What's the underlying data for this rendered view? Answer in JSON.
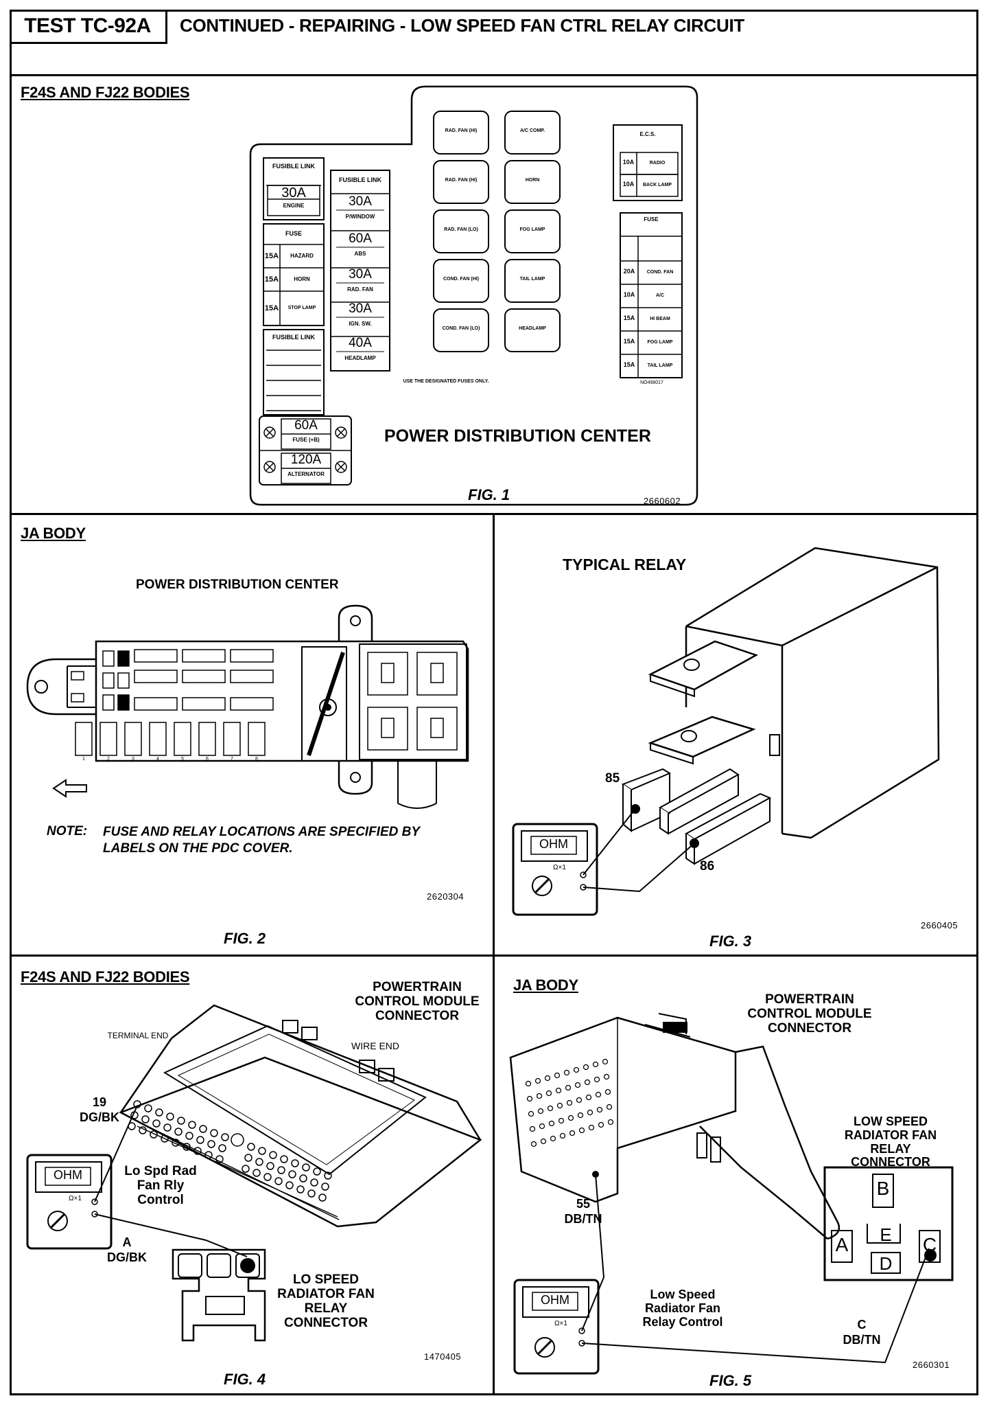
{
  "header": {
    "test_id": "TEST TC-92A",
    "title": "CONTINUED -  REPAIRING - LOW SPEED FAN CTRL RELAY CIRCUIT"
  },
  "fig1": {
    "section": "F24S AND FJ22 BODIES",
    "title": "POWER DISTRIBUTION CENTER",
    "caption": "FIG. 1",
    "code": "2660602",
    "note": "USE THE DESIGNATED FUSES ONLY.",
    "col1": {
      "fusible_link_label": "FUSIBLE LINK",
      "engine_amp": "30A",
      "engine_label": "ENGINE",
      "fuse_label": "FUSE",
      "fuses": [
        {
          "amp": "15A",
          "name": "HAZARD"
        },
        {
          "amp": "15A",
          "name": "HORN"
        },
        {
          "amp": "15A",
          "name": "STOP LAMP"
        }
      ],
      "fusible_link2_label": "FUSIBLE LINK",
      "big_fuses": [
        {
          "amp": "60A",
          "name": "FUSE (+B)"
        },
        {
          "amp": "120A",
          "name": "ALTERNATOR"
        }
      ]
    },
    "col2": {
      "fusible_link_label": "FUSIBLE LINK",
      "links": [
        {
          "amp": "30A",
          "name": "P/WINDOW"
        },
        {
          "amp": "60A",
          "name": "ABS"
        },
        {
          "amp": "30A",
          "name": "RAD. FAN"
        },
        {
          "amp": "30A",
          "name": "IGN. SW."
        },
        {
          "amp": "40A",
          "name": "HEADLAMP"
        }
      ]
    },
    "relays_left": [
      "RAD. FAN (HI)",
      "RAD. FAN (HI)",
      "RAD. FAN (LO)",
      "COND. FAN (HI)",
      "COND. FAN (LO)"
    ],
    "relays_right": [
      "A/C COMP.",
      "HORN",
      "FOG LAMP",
      "TAIL LAMP",
      "HEADLAMP"
    ],
    "ecs": {
      "label": "E.C.S.",
      "fuses": [
        {
          "amp": "10A",
          "name": "RADIO"
        },
        {
          "amp": "10A",
          "name": "BACK LAMP"
        }
      ]
    },
    "fuse_block": {
      "label": "FUSE",
      "fuses": [
        {
          "amp": "20A",
          "name": "COND. FAN"
        },
        {
          "amp": "10A",
          "name": "A/C"
        },
        {
          "amp": "15A",
          "name": "HI BEAM"
        },
        {
          "amp": "15A",
          "name": "FOG LAMP"
        },
        {
          "amp": "15A",
          "name": "TAIL LAMP"
        }
      ],
      "code": "NO498017"
    }
  },
  "fig2": {
    "section": "JA BODY",
    "title": "POWER DISTRIBUTION CENTER",
    "note_label": "NOTE:",
    "note_text": "FUSE AND RELAY LOCATIONS ARE SPECIFIED BY LABELS ON THE PDC COVER.",
    "code": "2620304",
    "caption": "FIG. 2",
    "fuse_numbers": [
      "1",
      "2",
      "3",
      "4",
      "5",
      "6",
      "7",
      "8"
    ]
  },
  "fig3": {
    "title": "TYPICAL RELAY",
    "pin_85": "85",
    "pin_86": "86",
    "meter_label": "OHM",
    "meter_range": "Ω×1",
    "code": "2660405",
    "caption": "FIG. 3"
  },
  "fig4": {
    "section": "F24S AND FJ22 BODIES",
    "connector_title": "POWERTRAIN CONTROL MODULE CONNECTOR",
    "terminal_end": "TERMINAL END",
    "wire_end": "WIRE  END",
    "pin": "19",
    "pin_wire": "DG/BK",
    "circuit": "Lo Spd Rad Fan Rly Control",
    "cavity": "A",
    "cavity_wire": "DG/BK",
    "relay_connector": "LO SPEED RADIATOR FAN RELAY CONNECTOR",
    "meter_label": "OHM",
    "meter_range": "Ω×1",
    "code": "1470405",
    "caption": "FIG. 4"
  },
  "fig5": {
    "section": "JA BODY",
    "connector_title": "POWERTRAIN CONTROL MODULE CONNECTOR",
    "pin": "55",
    "pin_wire": "DB/TN",
    "circuit": "Low Speed Radiator Fan Relay Control",
    "relay_connector": "LOW SPEED RADIATOR FAN RELAY CONNECTOR",
    "cavities": {
      "a": "A",
      "b": "B",
      "c": "C",
      "d": "D",
      "e": "E"
    },
    "cavity": "C",
    "cavity_wire": "DB/TN",
    "meter_label": "OHM",
    "meter_range": "Ω×1",
    "code": "2660301",
    "caption": "FIG. 5"
  }
}
